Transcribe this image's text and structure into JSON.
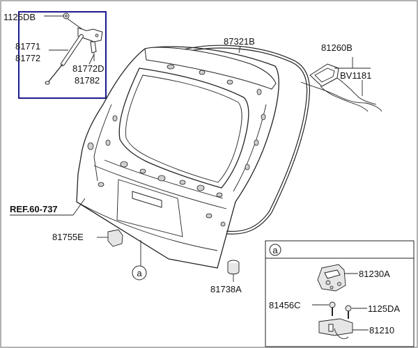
{
  "colors": {
    "line": "#222222",
    "frame": "#999999",
    "highlight_box": "#1a1a8c",
    "text": "#111111"
  },
  "labels": {
    "screw_top": "1125DB",
    "strut_a": "81771",
    "strut_b": "81772",
    "bracket_a": "81772D",
    "bracket_b": "81782",
    "weatherstrip": "87321B",
    "wiring_harness": "81260B",
    "connector": "BV1181",
    "ref": "REF.60-737",
    "bumper_stop": "81755E",
    "stopper_plug": "81738A",
    "callout_main": "a"
  },
  "detail": {
    "marker": "a",
    "latch": "81230A",
    "bolt_left": "81456C",
    "bolt_right": "1125DA",
    "striker": "81210"
  }
}
